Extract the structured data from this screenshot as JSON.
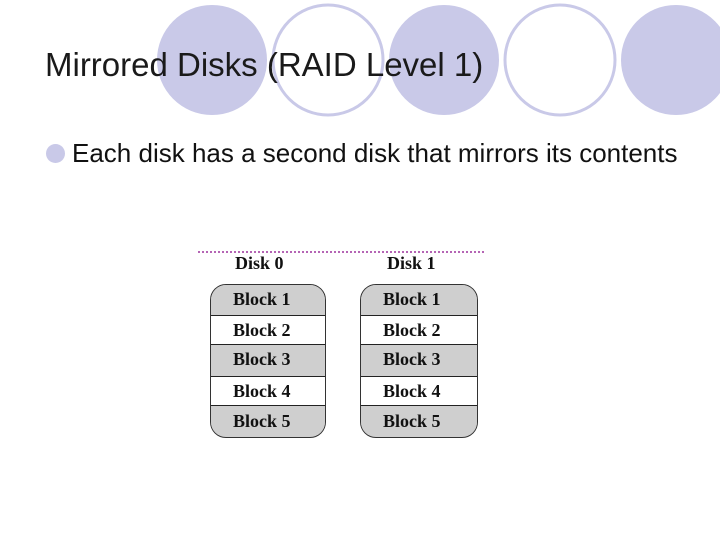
{
  "slide": {
    "title": "Mirrored Disks (RAID Level 1)",
    "bullet": "Each disk has a second disk that mirrors its contents"
  },
  "figure": {
    "disks": [
      {
        "name": "Disk 0",
        "blocks": [
          "Block 1",
          "Block 2",
          "Block 3",
          "Block 4",
          "Block 5"
        ]
      },
      {
        "name": "Disk 1",
        "blocks": [
          "Block 1",
          "Block 2",
          "Block 3",
          "Block 4",
          "Block 5"
        ]
      }
    ]
  },
  "colors": {
    "circle_fill": "#c9c9e8",
    "disk_grey": "#cfcfcf",
    "disk_white": "#ffffff"
  }
}
